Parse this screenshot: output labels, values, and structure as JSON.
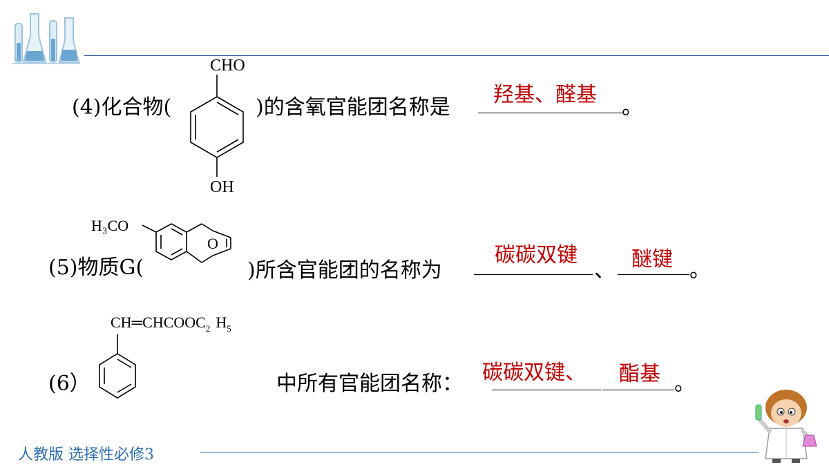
{
  "q4": {
    "prefix": "(4)化合物(",
    "suffix": ")的含氧官能团名称是",
    "end": "。",
    "group_top": "CHO",
    "group_bottom": "OH",
    "answer": "羟基、醛基"
  },
  "q5": {
    "prefix": "(5)物质G(",
    "suffix": ")所含官能团的名称为",
    "separator": "、",
    "end": "。",
    "substituent": "H₃CO",
    "ring_atom": "O",
    "answer1": "碳碳双键",
    "answer2": "醚键"
  },
  "q6": {
    "prefix": "(6）",
    "suffix": "中所有官能团名称：",
    "end": "。",
    "chain_main": "CH═CHCOOC",
    "chain_sub": "2",
    "chain_h": "H",
    "chain_sub2": "5",
    "answer1": "碳碳双键、",
    "answer2": "酯基"
  },
  "footer": {
    "text": "人教版 选择性必修3"
  },
  "colors": {
    "answer": "#c00000",
    "rule": "#2e5e9e",
    "footer": "#2e6fb3"
  },
  "icons": {
    "top_left": "lab-glassware-icon",
    "bottom_right": "scientist-kid-icon"
  }
}
